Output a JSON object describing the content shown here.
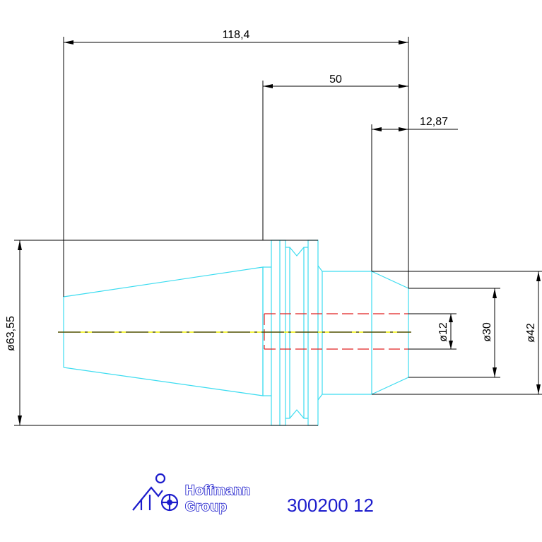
{
  "dimensions": {
    "overall_length": "118,4",
    "body_length": "50",
    "nose_length": "12,87",
    "dia_flange": "ø63,55",
    "dia_bore": "ø12",
    "dia_collet": "ø30",
    "dia_nose": "ø42"
  },
  "logo": {
    "line1": "Hoffmann",
    "line2": "Group"
  },
  "part_number": "300200 12",
  "colors": {
    "geometry": "#3cdcf0",
    "hidden_bore": "#e02020",
    "axis": "#f0f000",
    "dimensions": "#000000",
    "brand": "#1c1ccc"
  },
  "icons": [
    "hoffmann-logo-icon"
  ]
}
